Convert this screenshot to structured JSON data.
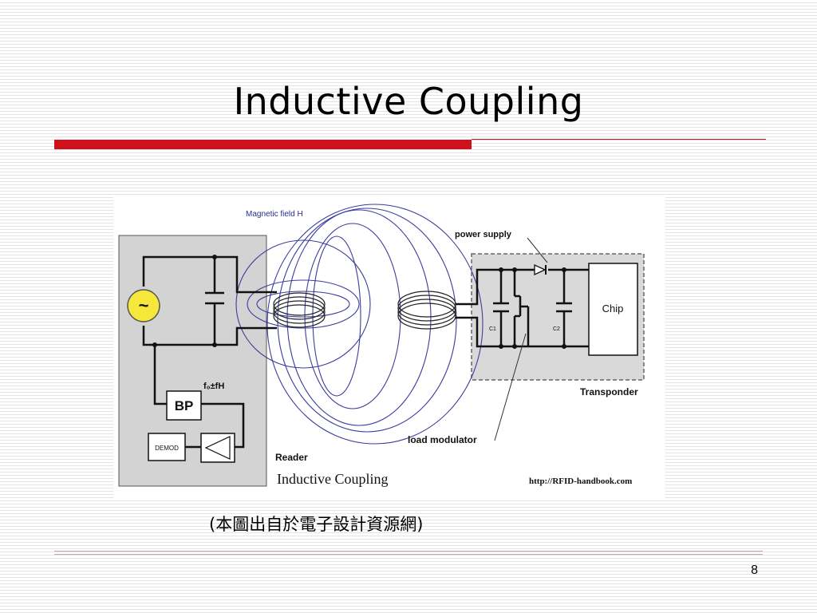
{
  "slide": {
    "title": "Inductive Coupling",
    "caption": "(本圖出自於電子設計資源網)",
    "page_number": "8"
  },
  "diagram": {
    "magnetic_field_label": "Magnetic field H",
    "reader_label": "Reader",
    "frequency_label": "f₀±fH",
    "bp_label": "BP",
    "demod_label": "DEMOD",
    "power_supply_label": "power supply",
    "c1_label": "C1",
    "c2_label": "C2",
    "chip_label": "Chip",
    "transponder_label": "Transponder",
    "load_modulator_label": "load modulator",
    "inductive_coupling_label": "Inductive Coupling",
    "source_url": "http://RFID-handbook.com",
    "ac_symbol": "~"
  },
  "colors": {
    "accent_red": "#d0111b",
    "field_lines": "#3c3c9e",
    "ac_source": "#f5e83a",
    "reader_box": "#d3d3d3"
  }
}
